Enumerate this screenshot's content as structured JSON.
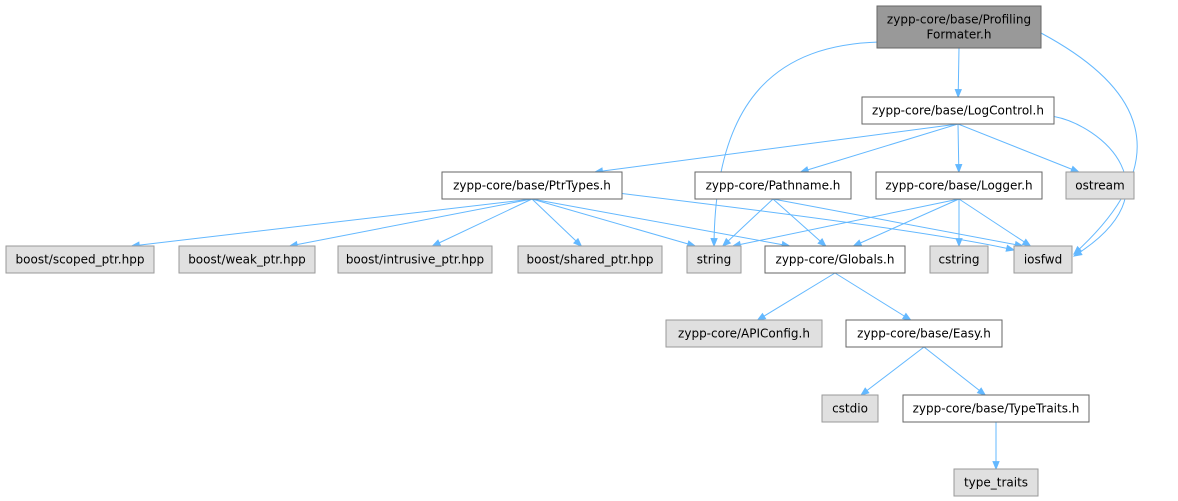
{
  "nodes": [
    {
      "id": "n0",
      "lines": [
        "zypp-core/base/Profiling",
        "Formater.h"
      ],
      "kind": "root"
    },
    {
      "id": "n1",
      "lines": [
        "zypp-core/base/LogControl.h"
      ],
      "kind": "local"
    },
    {
      "id": "n2",
      "lines": [
        "zypp-core/base/PtrTypes.h"
      ],
      "kind": "local"
    },
    {
      "id": "n3",
      "lines": [
        "zypp-core/Pathname.h"
      ],
      "kind": "local"
    },
    {
      "id": "n4",
      "lines": [
        "zypp-core/base/Logger.h"
      ],
      "kind": "local"
    },
    {
      "id": "n5",
      "lines": [
        "ostream"
      ],
      "kind": "external"
    },
    {
      "id": "n6",
      "lines": [
        "boost/scoped_ptr.hpp"
      ],
      "kind": "external"
    },
    {
      "id": "n7",
      "lines": [
        "boost/weak_ptr.hpp"
      ],
      "kind": "external"
    },
    {
      "id": "n8",
      "lines": [
        "boost/intrusive_ptr.hpp"
      ],
      "kind": "external"
    },
    {
      "id": "n9",
      "lines": [
        "boost/shared_ptr.hpp"
      ],
      "kind": "external"
    },
    {
      "id": "n10",
      "lines": [
        "string"
      ],
      "kind": "external"
    },
    {
      "id": "n11",
      "lines": [
        "zypp-core/Globals.h"
      ],
      "kind": "local"
    },
    {
      "id": "n12",
      "lines": [
        "cstring"
      ],
      "kind": "external"
    },
    {
      "id": "n13",
      "lines": [
        "iosfwd"
      ],
      "kind": "external"
    },
    {
      "id": "n14",
      "lines": [
        "zypp-core/APIConfig.h"
      ],
      "kind": "external"
    },
    {
      "id": "n15",
      "lines": [
        "zypp-core/base/Easy.h"
      ],
      "kind": "local"
    },
    {
      "id": "n16",
      "lines": [
        "cstdio"
      ],
      "kind": "external"
    },
    {
      "id": "n17",
      "lines": [
        "zypp-core/base/TypeTraits.h"
      ],
      "kind": "local"
    },
    {
      "id": "n18",
      "lines": [
        "type_traits"
      ],
      "kind": "external"
    }
  ],
  "edges": [
    [
      "n0",
      "n1"
    ],
    [
      "n0",
      "n10"
    ],
    [
      "n0",
      "n13"
    ],
    [
      "n1",
      "n2"
    ],
    [
      "n1",
      "n3"
    ],
    [
      "n1",
      "n4"
    ],
    [
      "n1",
      "n5"
    ],
    [
      "n1",
      "n13"
    ],
    [
      "n2",
      "n6"
    ],
    [
      "n2",
      "n7"
    ],
    [
      "n2",
      "n8"
    ],
    [
      "n2",
      "n9"
    ],
    [
      "n2",
      "n10"
    ],
    [
      "n2",
      "n11"
    ],
    [
      "n2",
      "n13"
    ],
    [
      "n3",
      "n10"
    ],
    [
      "n3",
      "n11"
    ],
    [
      "n3",
      "n13"
    ],
    [
      "n4",
      "n10"
    ],
    [
      "n4",
      "n11"
    ],
    [
      "n4",
      "n12"
    ],
    [
      "n4",
      "n13"
    ],
    [
      "n11",
      "n14"
    ],
    [
      "n11",
      "n15"
    ],
    [
      "n15",
      "n16"
    ],
    [
      "n15",
      "n17"
    ],
    [
      "n17",
      "n18"
    ]
  ],
  "colors": {
    "root_fill": "#999999",
    "local_fill": "#ffffff",
    "external_fill": "#e0e0e0",
    "edge": "#63b8ff"
  }
}
